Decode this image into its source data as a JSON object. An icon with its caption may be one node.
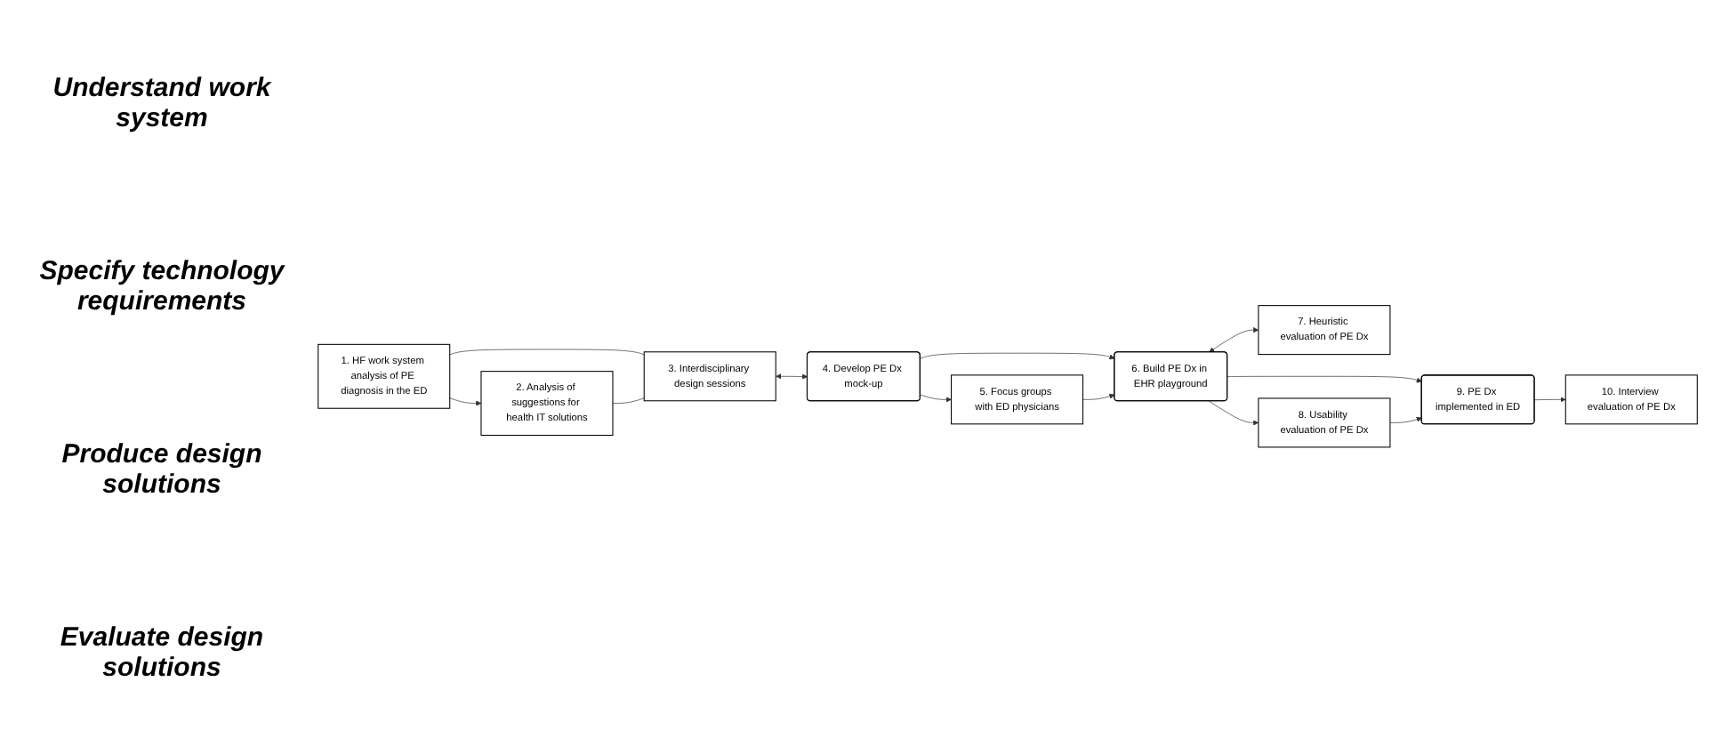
{
  "diagram": {
    "nodes": [
      {
        "text": [
          "1. HF work system analysis of PE diagnosis in the ED"
        ]
      },
      {
        "text": [
          "2. Analysis of suggestions for health IT solutions"
        ]
      },
      {
        "text": [
          "3. Interdisciplinary design sessions"
        ]
      },
      {
        "text": [
          "4. Develop PE Dx mock-up"
        ]
      },
      {
        "text": [
          "5. Focus groups with ED physicians"
        ]
      },
      {
        "text": [
          "6. Build PE Dx in EHR playground"
        ]
      },
      {
        "text": [
          "7. Heuristic evaluation of PE Dx"
        ]
      },
      {
        "text": [
          "8. Usability evaluation of PE Dx"
        ]
      },
      {
        "text": [
          "9. PE Dx implemented in ED"
        ]
      },
      {
        "text": [
          "10. Interview evaluation of PE Dx"
        ]
      }
    ],
    "edges": [
      {
        "from": 0,
        "to": 1,
        "arrow": "to"
      },
      {
        "from": 0,
        "to": 2,
        "arrow": "none"
      },
      {
        "from": 1,
        "to": 2,
        "arrow": "none"
      },
      {
        "from": 2,
        "to": 3,
        "arrow": "both"
      },
      {
        "from": 3,
        "to": 4,
        "arrow": "to"
      },
      {
        "from": 3,
        "to": 5,
        "arrow": "to"
      },
      {
        "from": 4,
        "to": 5,
        "arrow": "to"
      },
      {
        "from": 5,
        "to": 6,
        "arrow": "both"
      },
      {
        "from": 5,
        "to": 8,
        "arrow": "to"
      },
      {
        "from": 5,
        "to": 7,
        "arrow": "to"
      },
      {
        "from": 7,
        "to": 8,
        "arrow": "to"
      },
      {
        "from": 8,
        "to": 9,
        "arrow": "to"
      }
    ],
    "labels": [
      "Understand work system",
      "Specify technology requirements",
      "Produce design solutions",
      "Evaluate design solutions"
    ]
  }
}
